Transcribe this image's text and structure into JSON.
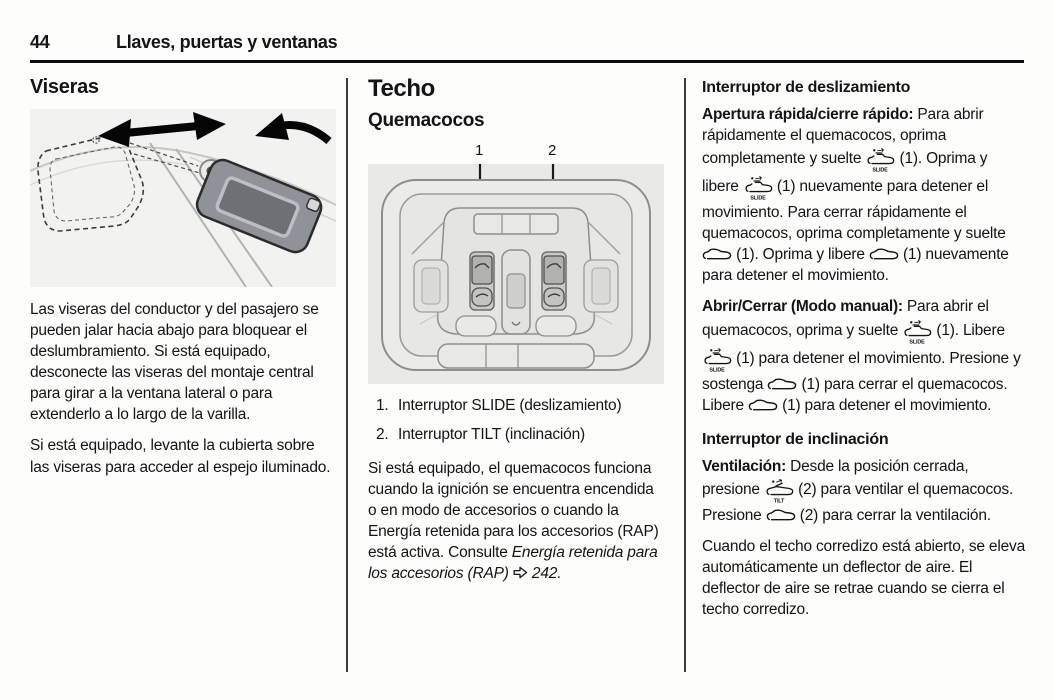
{
  "header": {
    "page_number": "44",
    "chapter_title": "Llaves, puertas y ventanas"
  },
  "icons": {
    "slide_label": "SLIDE",
    "tilt_label": "TILT"
  },
  "left_column": {
    "heading": "Viseras",
    "paragraphs": [
      "Las viseras del conductor y del pasajero se pueden jalar hacia abajo para bloquear el deslumbramiento. Si está equipado, desconecte las viseras del montaje central para girar a la ventana lateral o para extenderlo a lo largo de la varilla.",
      "Si está equipado, levante la cubierta sobre las viseras para acceder al espejo iluminado."
    ]
  },
  "middle_column": {
    "heading": "Techo",
    "subheading": "Quemacocos",
    "callouts": [
      "1",
      "2"
    ],
    "legend": [
      {
        "num": "1.",
        "text": "Interruptor SLIDE (deslizamiento)"
      },
      {
        "num": "2.",
        "text": "Interruptor TILT (inclinación)"
      }
    ],
    "paragraph": [
      {
        "t": "Si está equipado, el quemacocos funciona cuando la ignición se encuentra encendida o en modo de accesorios o cuando la Energía retenida para los accesorios (RAP) está activa. Consulte "
      },
      {
        "i": "Energía retenida para los accesorios (RAP) "
      },
      {
        "icon": "arrow"
      },
      {
        "i": " 242."
      }
    ]
  },
  "right_column": {
    "sections": [
      {
        "heading": "Interruptor de deslizamiento",
        "paragraphs": [
          [
            {
              "b": "Apertura rápida/cierre rápido:"
            },
            {
              "t": " Para abrir rápidamente el quemacocos, oprima completamente y suelte "
            },
            {
              "icon": "slide"
            },
            {
              "t": " (1). Oprima y libere "
            },
            {
              "icon": "slide"
            },
            {
              "t": " (1) nuevamente para detener el movimiento. Para cerrar rápidamente el quemacocos, oprima completamente y suelte "
            },
            {
              "icon": "car"
            },
            {
              "t": " (1). Oprima y libere "
            },
            {
              "icon": "car"
            },
            {
              "t": " (1) nuevamente para detener el movimiento."
            }
          ],
          [
            {
              "b": "Abrir/Cerrar (Modo manual):"
            },
            {
              "t": " Para abrir el quemacocos, oprima y suelte "
            },
            {
              "icon": "slide"
            },
            {
              "t": " (1). Libere "
            },
            {
              "icon": "slide"
            },
            {
              "t": " (1) para detener el movimiento. Presione y sostenga "
            },
            {
              "icon": "car"
            },
            {
              "t": " (1) para cerrar el quemacocos. Libere "
            },
            {
              "icon": "car"
            },
            {
              "t": " (1) para detener el movimiento."
            }
          ]
        ]
      },
      {
        "heading": "Interruptor de inclinación",
        "paragraphs": [
          [
            {
              "b": "Ventilación:"
            },
            {
              "t": " Desde la posición cerrada, presione "
            },
            {
              "icon": "tilt"
            },
            {
              "t": " (2) para ventilar el quemacocos. Presione "
            },
            {
              "icon": "car"
            },
            {
              "t": " (2) para cerrar la ventilación."
            }
          ],
          [
            {
              "t": "Cuando el techo corredizo está abierto, se eleva automáticamente un deflector de aire. El deflector de aire se retrae cuando se cierra el techo corredizo."
            }
          ]
        ]
      }
    ]
  }
}
